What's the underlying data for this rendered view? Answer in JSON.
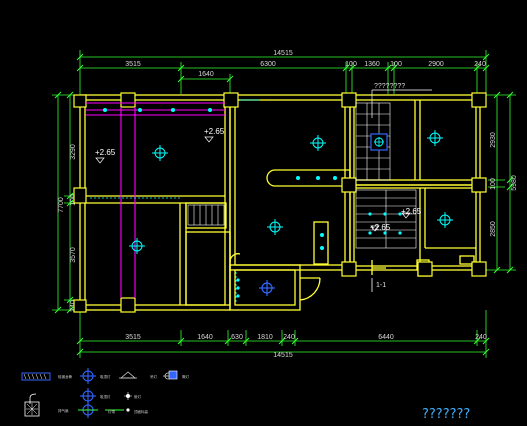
{
  "drawing": {
    "top_total": "14515",
    "top_segments": [
      "3515",
      "6300",
      "100",
      "1360",
      "100",
      "2900",
      "240"
    ],
    "top_sub": "1640",
    "bottom_segments": [
      "3515",
      "1640",
      "630",
      "1810",
      "240",
      "6440",
      "240"
    ],
    "bottom_total": "14515",
    "left_total": "7700",
    "left_segments": [
      "3290",
      "3570",
      "240"
    ],
    "left_mid": "100",
    "right_total": "5980",
    "right_segments": [
      "2930",
      "100",
      "2850"
    ],
    "levels": [
      "+2.65",
      "+2.65",
      "+2.65",
      "+2.65"
    ],
    "section_label": "1-1",
    "stair_note": "????????",
    "corner_note": "???????"
  },
  "legend": {
    "items": [
      "轻钢龙骨",
      "吸顶灯",
      "吊灯",
      "筒灯",
      "吸顶灯",
      "射灯",
      "排气扇",
      "灯带",
      "顶面标高"
    ]
  },
  "colors": {
    "wall": "#ffff33",
    "dimension": "#33ff33",
    "fixture": "#00ffff",
    "track": "#ff00ff",
    "legend_icon": "#3366ff"
  }
}
